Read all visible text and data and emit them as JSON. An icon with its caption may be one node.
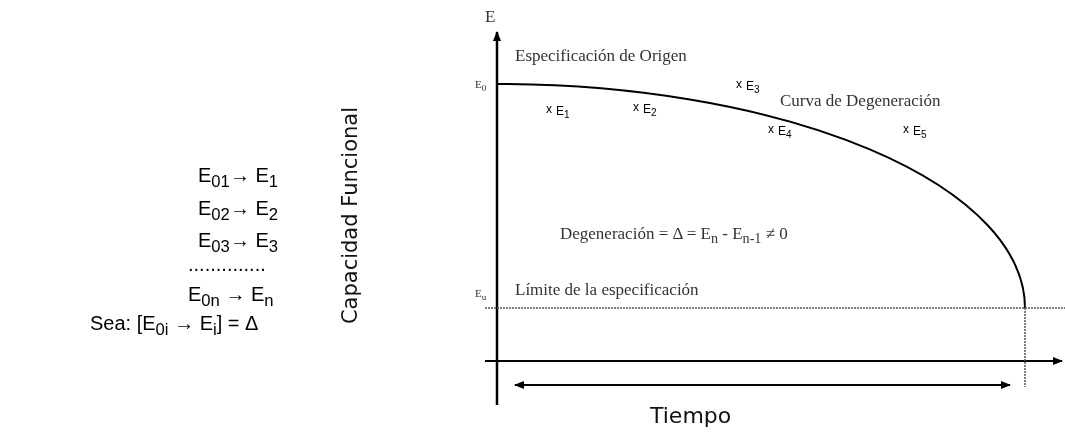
{
  "diagram": {
    "labels": [
      "E$_{01}$→ E$_{1}$",
      "E$_{02}$→ E$_{2}$",
      "E$_{03}$→ E$_{3}$",
      "..............",
      "E$_{0n}$ → E$_{n}$",
      "Sea: [E$_{0i}$ → E$_{i}$] = Δ",
      "E",
      "Especificación de Origen",
      "E$_{0}$",
      "x",
      "E$_{3}$",
      "Curva de Degeneración",
      "x",
      "E$_{1}$",
      "x",
      "E$_{2}$",
      "x",
      "E$_{4}$",
      "x",
      "E$_{5}$",
      "Capacidad Funcional",
      "Degeneración = Δ = E$_{n}$ - E$_{n-1}$ ≠ 0",
      "E$_{u}$",
      "Límite de la especificación",
      "Tiempo"
    ]
  }
}
